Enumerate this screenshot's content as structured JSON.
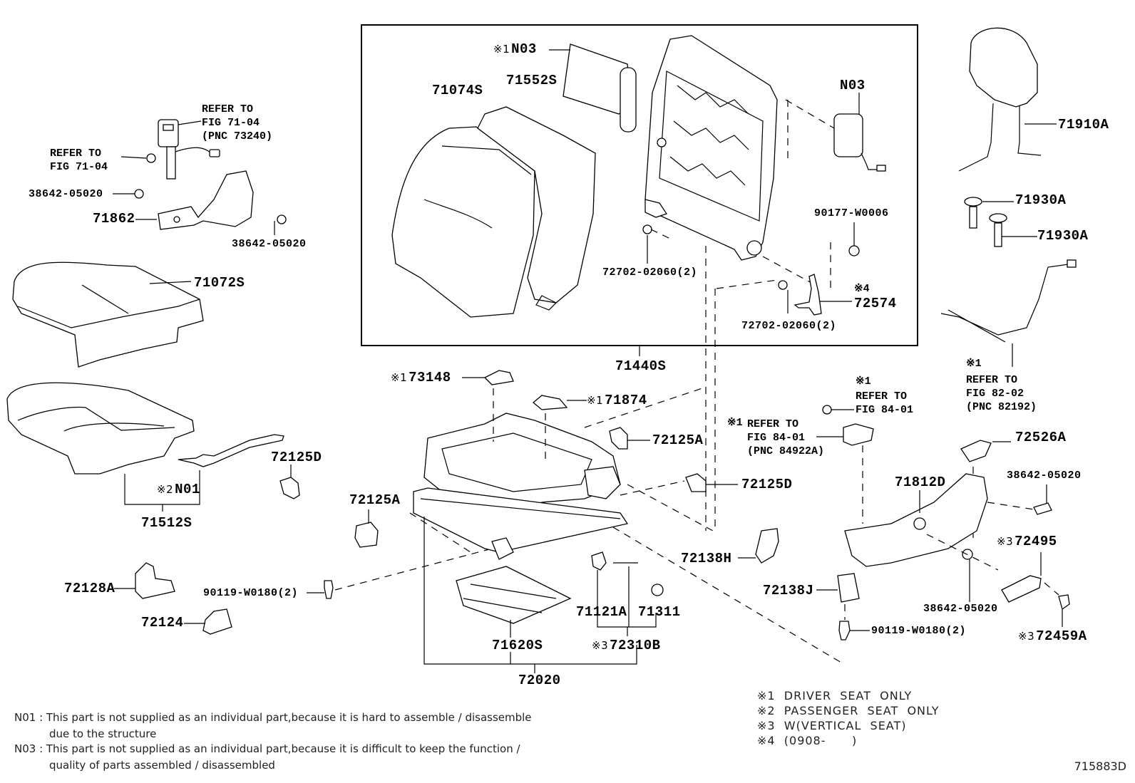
{
  "figure": {
    "number": "715883D",
    "group_box_label": "71440S"
  },
  "callouts": {
    "refer_seatbelt_buckle": "REFER TO\nFIG 71-04\n(PNC 73240)",
    "refer_anchor": "REFER TO\nFIG 71-04",
    "bolt_38642_a": "38642-05020",
    "p71862": "71862",
    "bolt_38642_b": "38642-05020",
    "p71072S": "71072S",
    "p71512S": "71512S",
    "n01": "N01",
    "n01_mark": "※2",
    "p72125D_left": "72125D",
    "p72125A_left": "72125A",
    "p72128A": "72128A",
    "bolt_90119_left": "90119-W0180(2)",
    "p72124": "72124",
    "p71074S": "71074S",
    "p71552S": "71552S",
    "n03_top": "N03",
    "n03_top_mark": "※1",
    "n03_right": "N03",
    "nut_90177": "90177-W0006",
    "bolt_72702_a": "72702-02060(2)",
    "bolt_72702_b": "72702-02060(2)",
    "p72574": "72574",
    "p72574_mark": "※4",
    "p71440S": "71440S",
    "p73148": "73148",
    "p73148_mark": "※1",
    "p71874": "71874",
    "p71874_mark": "※1",
    "p72125A_mid": "72125A",
    "p72125D_mid": "72125D",
    "p72138H": "72138H",
    "p72138J": "72138J",
    "bolt_90119_right": "90119-W0180(2)",
    "p71121A": "71121A",
    "p71311": "71311",
    "p72310B": "72310B",
    "p72310B_mark": "※3",
    "p71620S": "71620S",
    "p72020": "72020",
    "refer_switch_screw": "REFER TO\nFIG 84-01",
    "refer_switch_screw_mark": "※1",
    "refer_switch": "REFER TO\nFIG 84-01\n(PNC 84922A)",
    "refer_switch_mark": "※1",
    "p71910A": "71910A",
    "p71930A_a": "71930A",
    "p71930A_b": "71930A",
    "refer_harness": "REFER TO\nFIG 82-02\n(PNC 82192)",
    "refer_harness_mark": "※1",
    "p72526A": "72526A",
    "p71812D": "71812D",
    "bolt_38642_c": "38642-05020",
    "bolt_38642_d": "38642-05020",
    "p72495": "72495",
    "p72495_mark": "※3",
    "p72459A": "72459A",
    "p72459A_mark": "※3"
  },
  "footnotes": {
    "n01": "N01 : This part is not supplied as an individual part,because it is hard to assemble / disassemble",
    "n01_cont": "due to the structure",
    "n03": "N03 : This part is not supplied as an individual part,because it is difficult to keep the function /",
    "n03_cont": "quality of parts assembled / disassembled"
  },
  "legend": [
    {
      "mark": "※1",
      "text": "DRIVER  SEAT  ONLY"
    },
    {
      "mark": "※2",
      "text": "PASSENGER  SEAT  ONLY"
    },
    {
      "mark": "※3",
      "text": "W(VERTICAL  SEAT)"
    },
    {
      "mark": "※4",
      "text": "(0908-      )"
    }
  ]
}
